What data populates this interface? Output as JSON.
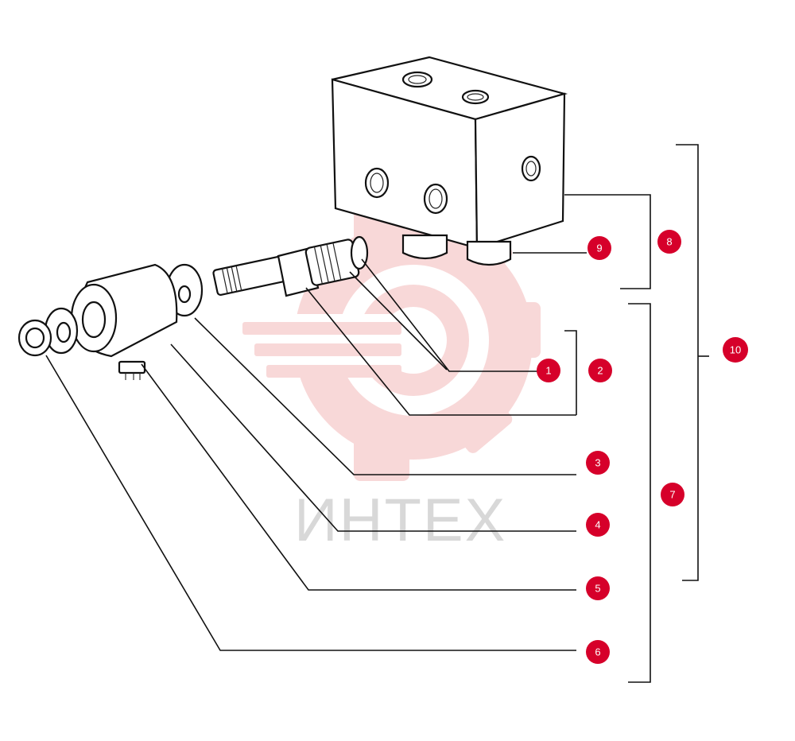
{
  "watermark": {
    "text": "ИНТЕХ",
    "color": "#f4c9c9"
  },
  "badge_color": "#d6002a",
  "callouts": [
    {
      "id": "callout-1",
      "label": "1"
    },
    {
      "id": "callout-2",
      "label": "2"
    },
    {
      "id": "callout-3",
      "label": "3"
    },
    {
      "id": "callout-4",
      "label": "4"
    },
    {
      "id": "callout-5",
      "label": "5"
    },
    {
      "id": "callout-6",
      "label": "6"
    },
    {
      "id": "callout-7",
      "label": "7"
    },
    {
      "id": "callout-8",
      "label": "8"
    },
    {
      "id": "callout-9",
      "label": "9"
    },
    {
      "id": "callout-10",
      "label": "10"
    }
  ]
}
